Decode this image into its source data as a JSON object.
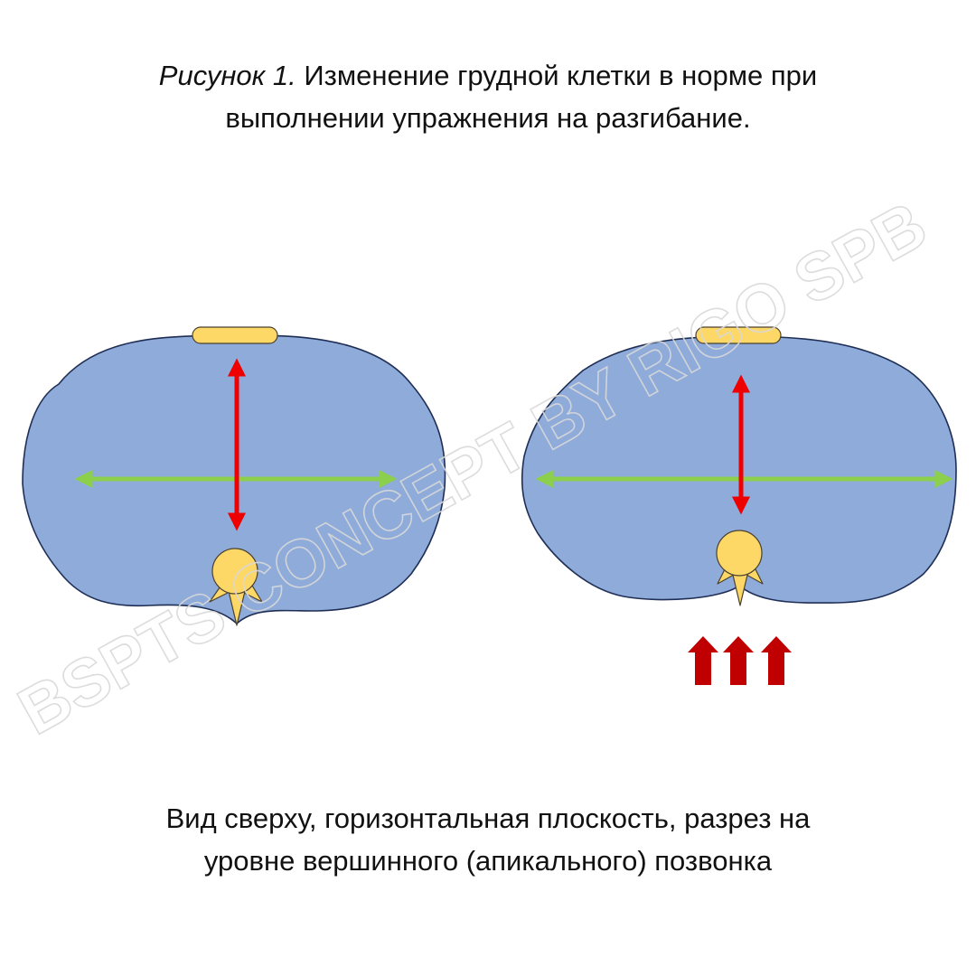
{
  "title": {
    "figure_label": "Рисунок 1.",
    "line1_rest": " Изменение грудной клетки в норме при",
    "line2": "выполнении упражнения на разгибание."
  },
  "caption": {
    "line1": "Вид сверху, горизонтальная плоскость, разрез на",
    "line2": "уровне вершинного (апикального) позвонка"
  },
  "watermark": "BSPTS CONCEPT BY RIGO SPB",
  "colors": {
    "thorax_fill": "#8eabd9",
    "thorax_stroke": "#1f2e55",
    "bone_fill": "#fdd867",
    "bone_stroke": "#4a4130",
    "ap_arrow": "#ee0000",
    "lateral_arrow": "#8ccf4d",
    "push_arrow": "#c00000"
  }
}
